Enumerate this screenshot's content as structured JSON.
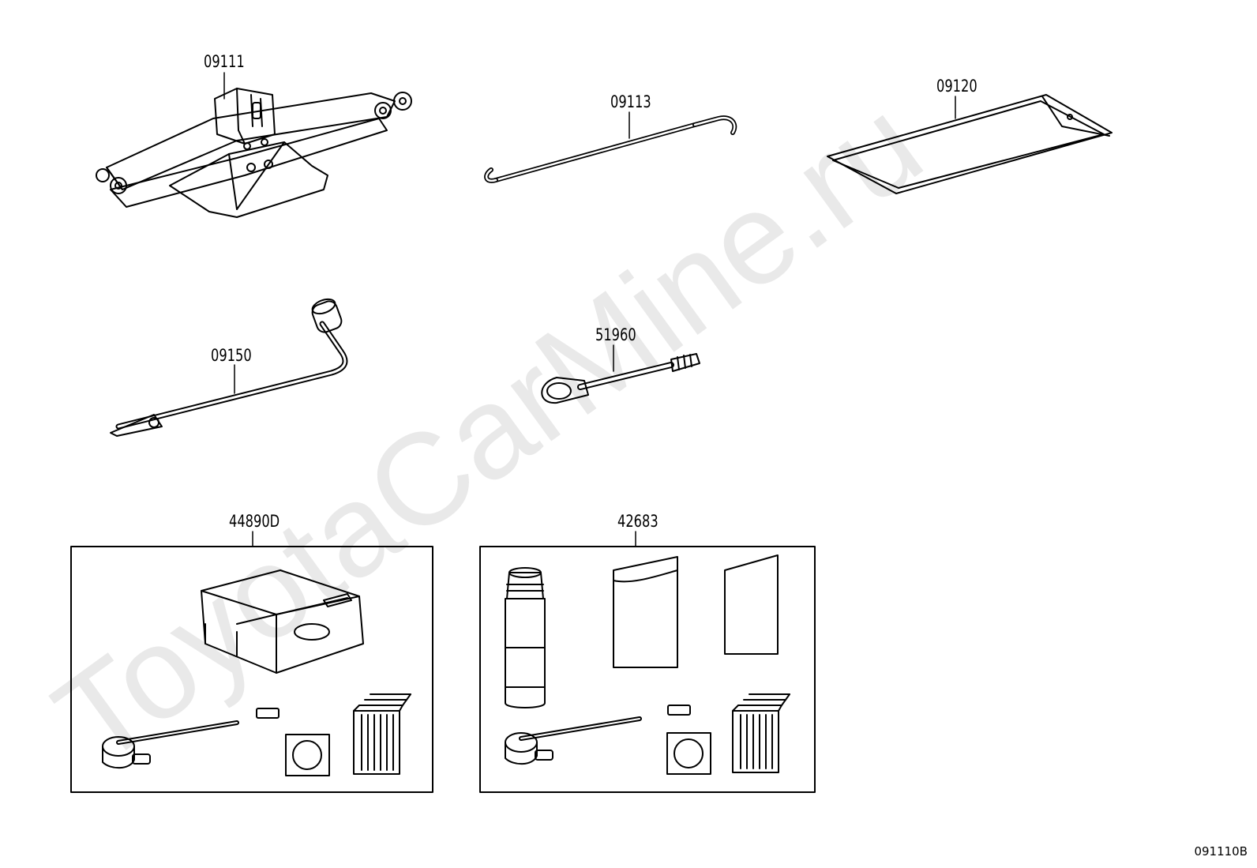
{
  "watermark": "ToyotaCarMine.ru",
  "diagram_code": "091110B",
  "parts": [
    {
      "id": "jack",
      "number": "09111"
    },
    {
      "id": "jack-handle",
      "number": "09113"
    },
    {
      "id": "tool-bag",
      "number": "09120"
    },
    {
      "id": "wheel-nut-wrench",
      "number": "09150"
    },
    {
      "id": "towing-eye",
      "number": "51960"
    },
    {
      "id": "compressor-kit",
      "number": "44890D"
    },
    {
      "id": "sealant-kit",
      "number": "42683"
    }
  ],
  "colors": {
    "line": "#000000",
    "watermark": "#e8e8e8",
    "background": "#ffffff"
  }
}
